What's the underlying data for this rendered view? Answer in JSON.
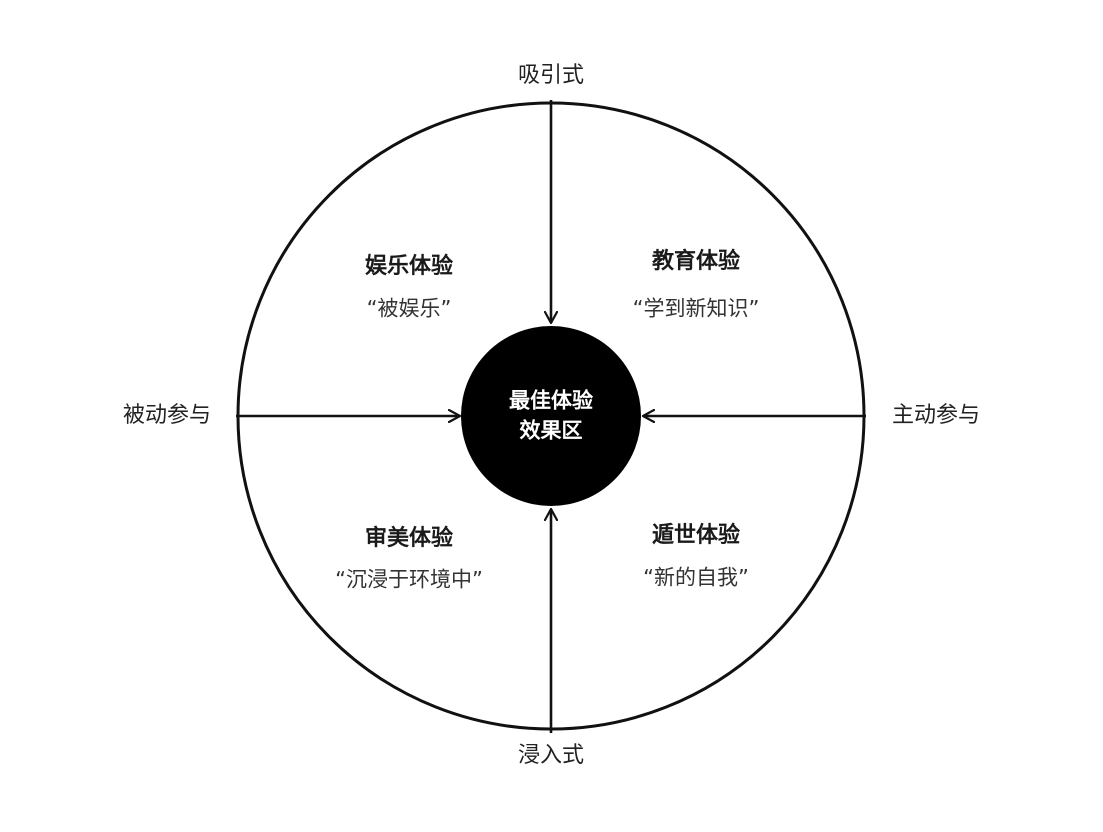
{
  "colors": {
    "line": "#111111",
    "center_fill": "#000000",
    "center_text": "#ffffff",
    "background": "#ffffff"
  },
  "axes": {
    "top": "吸引式",
    "bottom": "浸入式",
    "left": "被动参与",
    "right": "主动参与"
  },
  "quadrants": {
    "top_left": {
      "title": "娱乐体验",
      "quote": "“被娱乐”"
    },
    "top_right": {
      "title": "教育体验",
      "quote": "“学到新知识”"
    },
    "bottom_left": {
      "title": "审美体验",
      "quote": "“沉浸于环境中”"
    },
    "bottom_right": {
      "title": "遁世体验",
      "quote": "“新的自我”"
    }
  },
  "center": {
    "line1": "最佳体验",
    "line2": "效果区"
  }
}
